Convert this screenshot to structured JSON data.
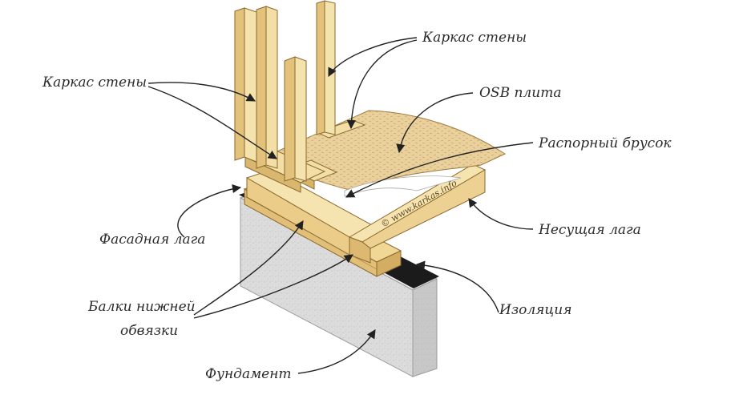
{
  "labels": {
    "wall_frame_left": "Каркас стены",
    "wall_frame_right": "Каркас стены",
    "osb": "OSB плита",
    "spacer_bar": "Распорный брусок",
    "facade_joist": "Фасадная лага",
    "bearing_joist": "Несущая лага",
    "bottom_beams_line1": "Балки нижней",
    "bottom_beams_line2": "обвязки",
    "insulation": "Изоляция",
    "foundation": "Фундамент"
  },
  "watermark": "© www.karkas.info",
  "colors": {
    "wood_light": "#f3dfa6",
    "wood_mid": "#e7c983",
    "wood_dark": "#c9a35a",
    "wood_edge": "#8a6a2e",
    "osb": "#e8cf98",
    "concrete_top": "#e9e9e9",
    "concrete_side": "#d6d6d6",
    "concrete_front": "#c9c9c9",
    "insulation": "#1b1b1b",
    "text": "#2b2b2b"
  }
}
